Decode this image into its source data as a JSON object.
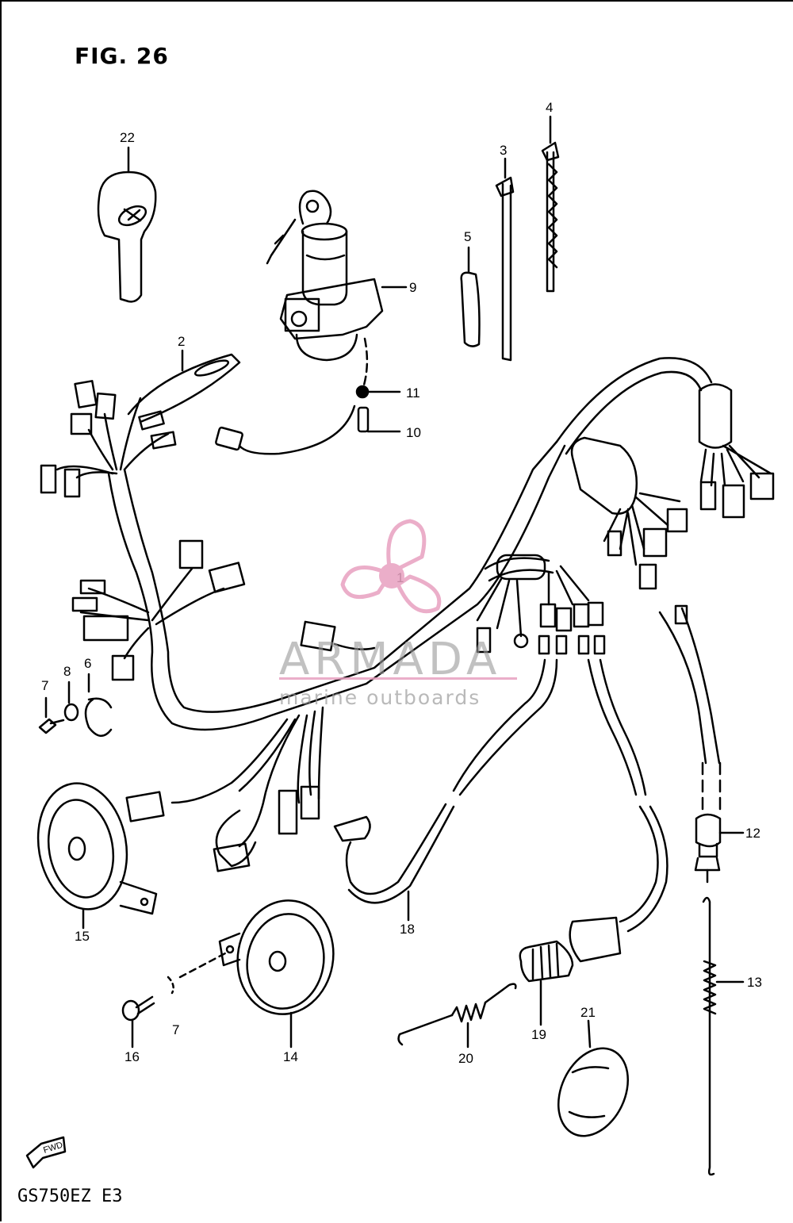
{
  "figure": {
    "title": "FIG. 26",
    "model": "GS750EZ  E3"
  },
  "callouts": [
    {
      "id": "1",
      "label": "1"
    },
    {
      "id": "2",
      "label": "2"
    },
    {
      "id": "3",
      "label": "3"
    },
    {
      "id": "4",
      "label": "4"
    },
    {
      "id": "5",
      "label": "5"
    },
    {
      "id": "6",
      "label": "6"
    },
    {
      "id": "7a",
      "label": "7"
    },
    {
      "id": "7b",
      "label": "7"
    },
    {
      "id": "8",
      "label": "8"
    },
    {
      "id": "9",
      "label": "9"
    },
    {
      "id": "10",
      "label": "10"
    },
    {
      "id": "11",
      "label": "11"
    },
    {
      "id": "12",
      "label": "12"
    },
    {
      "id": "13",
      "label": "13"
    },
    {
      "id": "14",
      "label": "14"
    },
    {
      "id": "15",
      "label": "15"
    },
    {
      "id": "16",
      "label": "16"
    },
    {
      "id": "18",
      "label": "18"
    },
    {
      "id": "19",
      "label": "19"
    },
    {
      "id": "20",
      "label": "20"
    },
    {
      "id": "21",
      "label": "21"
    },
    {
      "id": "22",
      "label": "22"
    }
  ],
  "fwd_arrow": {
    "label": "FWD",
    "icon": "fwd-arrow-icon"
  },
  "watermark": {
    "brand": "ARMADA",
    "tagline": "marine outboards",
    "color": "#e8a0c0",
    "icon": "propeller-icon"
  }
}
